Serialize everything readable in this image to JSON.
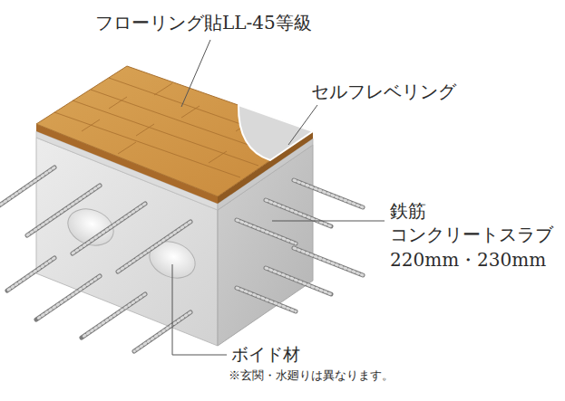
{
  "diagram": {
    "labels": [
      "フローリング貼LL-45等級",
      "セルフレベリング",
      "鉄筋 コンクリートスラブ",
      "220mm・230mm",
      "ボイド材",
      "※玄関・水廻りは異なります。"
    ]
  }
}
